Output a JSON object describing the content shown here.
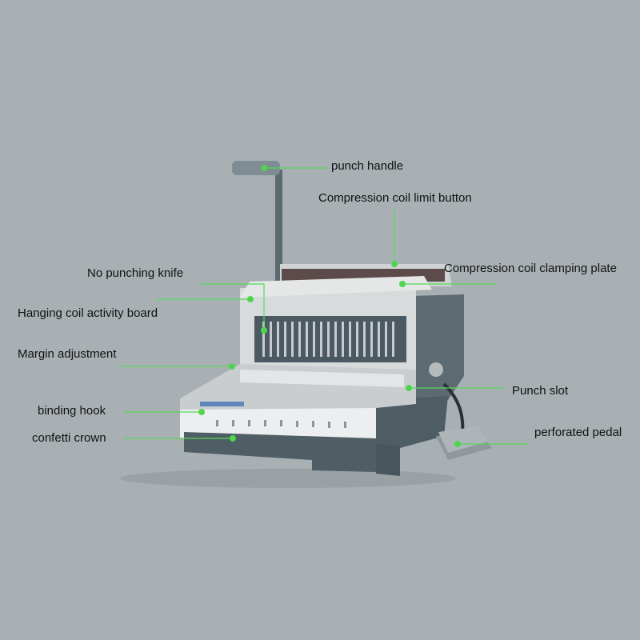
{
  "colors": {
    "background": "#a9b0b4",
    "callout_line": "#56d85a",
    "callout_dot": "#4fd44f",
    "machine_body": "#d9dcdd",
    "machine_dark": "#5a6870",
    "accent_panel": "#2f8f6a"
  },
  "labels": {
    "punch_handle": "punch handle",
    "limit_button": "Compression coil limit button",
    "clamping_plate": "Compression coil clamping plate",
    "no_punching_knife": "No punching knife",
    "hanging_coil_board": "Hanging coil activity board",
    "margin_adjustment": "Margin adjustment",
    "punch_slot": "Punch slot",
    "binding_hook": "binding hook",
    "perforated_pedal": "perforated pedal",
    "confetti_crown": "confetti crown"
  }
}
